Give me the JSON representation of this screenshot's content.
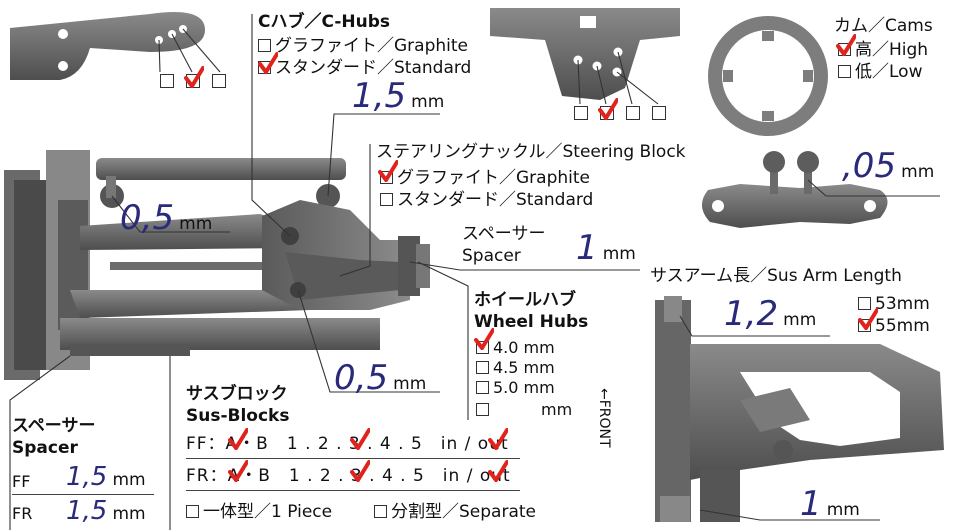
{
  "c_hubs": {
    "title": "Cハブ／C-Hubs",
    "options": [
      "グラファイト／Graphite",
      "スタンダード／Standard"
    ],
    "value": "1,5",
    "unit": "mm"
  },
  "steering_block": {
    "title": "ステアリングナックル／Steering Block",
    "options": [
      "グラファイト／Graphite",
      "スタンダード／Standard"
    ],
    "value": ",05",
    "unit": "mm"
  },
  "cams": {
    "title": "カム／Cams",
    "options": [
      "高／High",
      "低／Low"
    ]
  },
  "spacer_top": {
    "title_jp": "スペーサー",
    "title_en": "Spacer",
    "value": "1",
    "unit": "mm"
  },
  "turnbuckle_left": {
    "value": "0,5",
    "unit": "mm"
  },
  "turnbuckle_bottom": {
    "value": "0,5",
    "unit": "mm"
  },
  "sus_arm_length": {
    "title": "サスアーム長／Sus Arm Length",
    "options": [
      "53mm",
      "55mm"
    ],
    "value": "1,2",
    "unit": "mm"
  },
  "wheel_hubs": {
    "title_jp": "ホイールハブ",
    "title_en": "Wheel Hubs",
    "options": [
      "4.0 mm",
      "4.5 mm",
      "5.0 mm",
      "mm"
    ]
  },
  "sus_blocks": {
    "title_jp": "サスブロック",
    "title_en": "Sus-Blocks",
    "ff_row": "FF：A・B　1 . 2 . 3 . 4 . 5　in / out",
    "fr_row": "FR：A・B　1 . 2 . 3 . 4 . 5　in / out",
    "piece_options": [
      "一体型／1 Piece",
      "分割型／Separate"
    ]
  },
  "spacer_bottom": {
    "title_jp": "スペーサー",
    "title_en": "Spacer",
    "ff_label": "FF",
    "ff_value": "1,5",
    "fr_label": "FR",
    "fr_value": "1,5",
    "unit": "mm"
  },
  "arm_bottom": {
    "value": "1",
    "unit": "mm"
  },
  "front_label": "←FRONT",
  "colors": {
    "check": "#e0241d",
    "value": "#2a2a7a",
    "part": "#6f6f6f",
    "part_dark": "#4c4c4c"
  }
}
